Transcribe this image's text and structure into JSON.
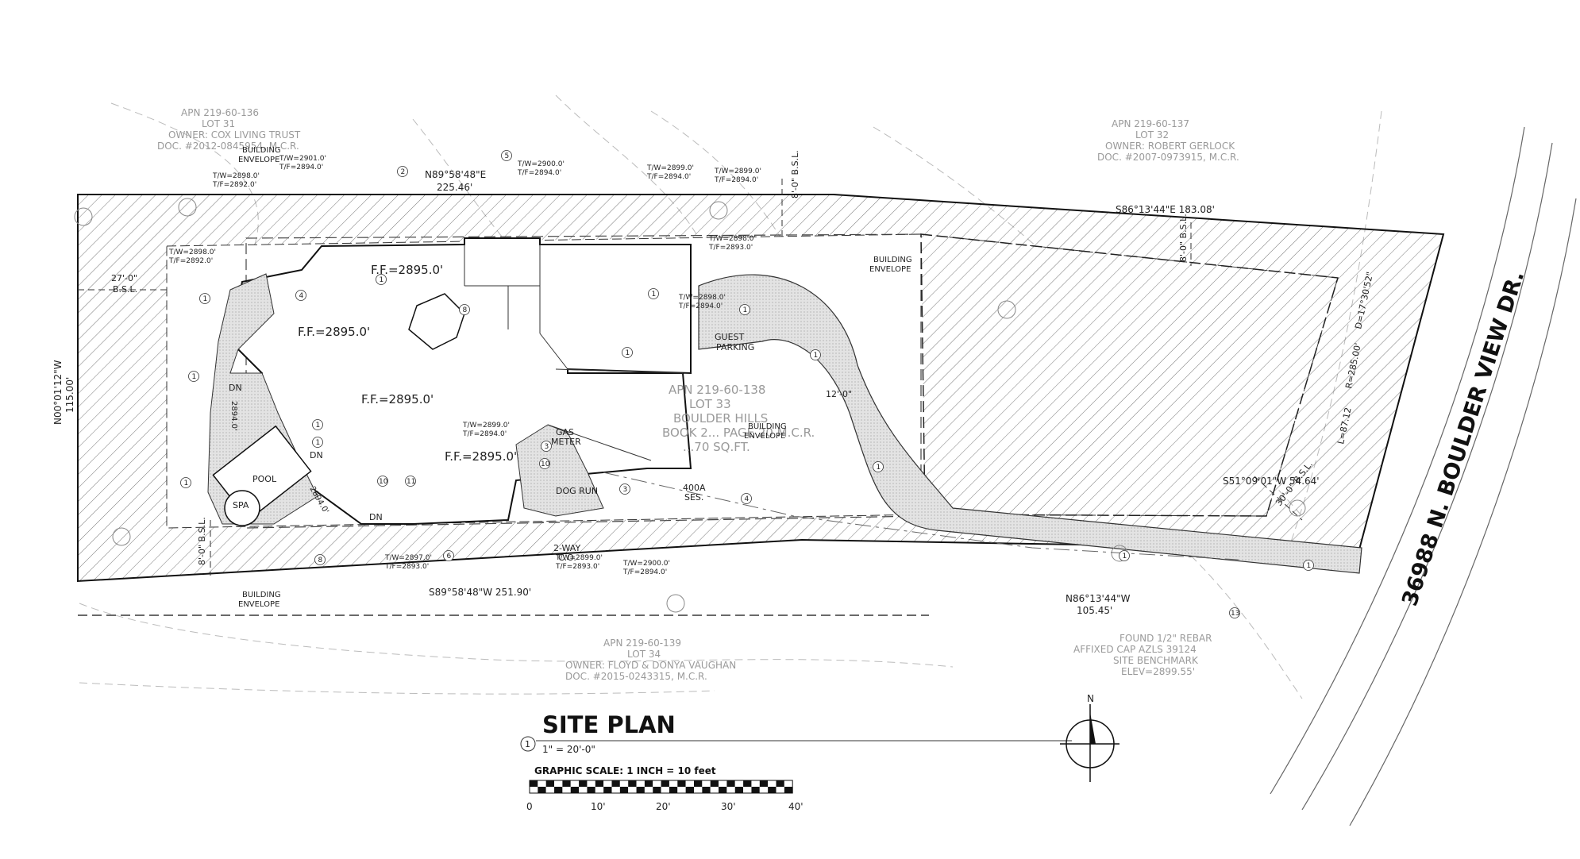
{
  "title_block": {
    "title": "SITE PLAN",
    "detail_number": "1",
    "plan_scale": "1\" = 20'-0\"",
    "graphic_scale": "GRAPHIC SCALE: 1 INCH = 10 feet",
    "scale_ticks": [
      "0",
      "10'",
      "20'",
      "30'",
      "40'"
    ],
    "north": "N"
  },
  "street": "36988 N. BOULDER VIEW DR.",
  "subject_lot": {
    "apn": "APN 219-60-138",
    "lot": "LOT 33",
    "subdivision": "BOULDER HILLS",
    "book": "BOOK 2... PAGE 20 M.C.R.",
    "area": "...70 SQ.FT."
  },
  "neighbors": {
    "north_west": {
      "apn": "APN 219-60-136",
      "lot": "LOT 31",
      "owner": "OWNER: COX LIVING TRUST",
      "doc": "DOC. #2012-0845954, M.C.R."
    },
    "north_east": {
      "apn": "APN 219-60-137",
      "lot": "LOT 32",
      "owner": "OWNER: ROBERT GERLOCK",
      "doc": "DOC. #2007-0973915, M.C.R."
    },
    "south": {
      "apn": "APN 219-60-139",
      "lot": "LOT 34",
      "owner": "OWNER: FLOYD & DONYA VAUGHAN",
      "doc": "DOC. #2015-0243315, M.C.R."
    }
  },
  "benchmark": {
    "line1": "FOUND 1/2\" REBAR",
    "line2": "AFFIXED CAP AZLS 39124",
    "line3": "SITE BENCHMARK",
    "line4": "ELEV=2899.55'"
  },
  "bearings": {
    "north_line": "N89°58'48\"E",
    "north_length": "225.46'",
    "ne_line": "S86°13'44\"E 183.08'",
    "south_line": "S89°58'48\"W 251.90'",
    "se_line": "N86°13'44\"W",
    "se_length": "105.45'",
    "west_line": "N00°01'12\"W",
    "west_length": "115.00'",
    "east_line": "S51°09'01\"W 54.64'",
    "curve_l": "L=87.12",
    "curve_r": "R=285.00'",
    "curve_d": "D=17°30'52\""
  },
  "labels": {
    "building_envelope": "BUILDING\nENVELOPE",
    "ff_main_a": "F.F.=2895.0'",
    "ff_main_b": "F.F.=2895.0'",
    "ff_main_c": "F.F.=2895.0'",
    "ff_main_d": "F.F.=2895.0'",
    "guest_parking": "GUEST\nPARKING",
    "gas_meter": "GAS\nMETER",
    "dog_run": "DOG RUN",
    "pool": "POOL",
    "spa": "SPA",
    "dn": "DN",
    "two_way_co": "2-WAY\nC.O.",
    "ses": "400A\nSES.",
    "bsl_27": "27'-0\"\nB.S.L.",
    "bsl_8": "8'-0\"\nB.S.L.",
    "bsl_30": "30'-0\"\nB.S.L.",
    "dim_2894": "2894.0'",
    "width_12": "12'-0\""
  },
  "wall_callouts": [
    {
      "tw": "T/W=2898.0'",
      "tf": "T/F=2892.0'"
    },
    {
      "tw": "T/W=2898.0'",
      "tf": "T/F=2892.0'"
    },
    {
      "tw": "T/W=2901.0'",
      "tf": "T/F=2894.0'"
    },
    {
      "tw": "T/W=2900.0'",
      "tf": "T/F=2894.0'"
    },
    {
      "tw": "T/W=2899.0'",
      "tf": "T/F=2894.0'"
    },
    {
      "tw": "T/W=2899.0'",
      "tf": "T/F=2894.0'"
    },
    {
      "tw": "T/W=2898.0'",
      "tf": "T/F=2893.0'"
    },
    {
      "tw": "T/W=2898.0'",
      "tf": "T/F=2894.0'"
    },
    {
      "tw": "T/W=2899.0'",
      "tf": "T/F=2894.0'"
    },
    {
      "tw": "T/W=2897.0'",
      "tf": "T/F=2893.0'"
    },
    {
      "tw": "T/W=2899.0'",
      "tf": "T/F=2893.0'"
    },
    {
      "tw": "T/W=2900.0'",
      "tf": "T/F=2894.0'"
    }
  ]
}
